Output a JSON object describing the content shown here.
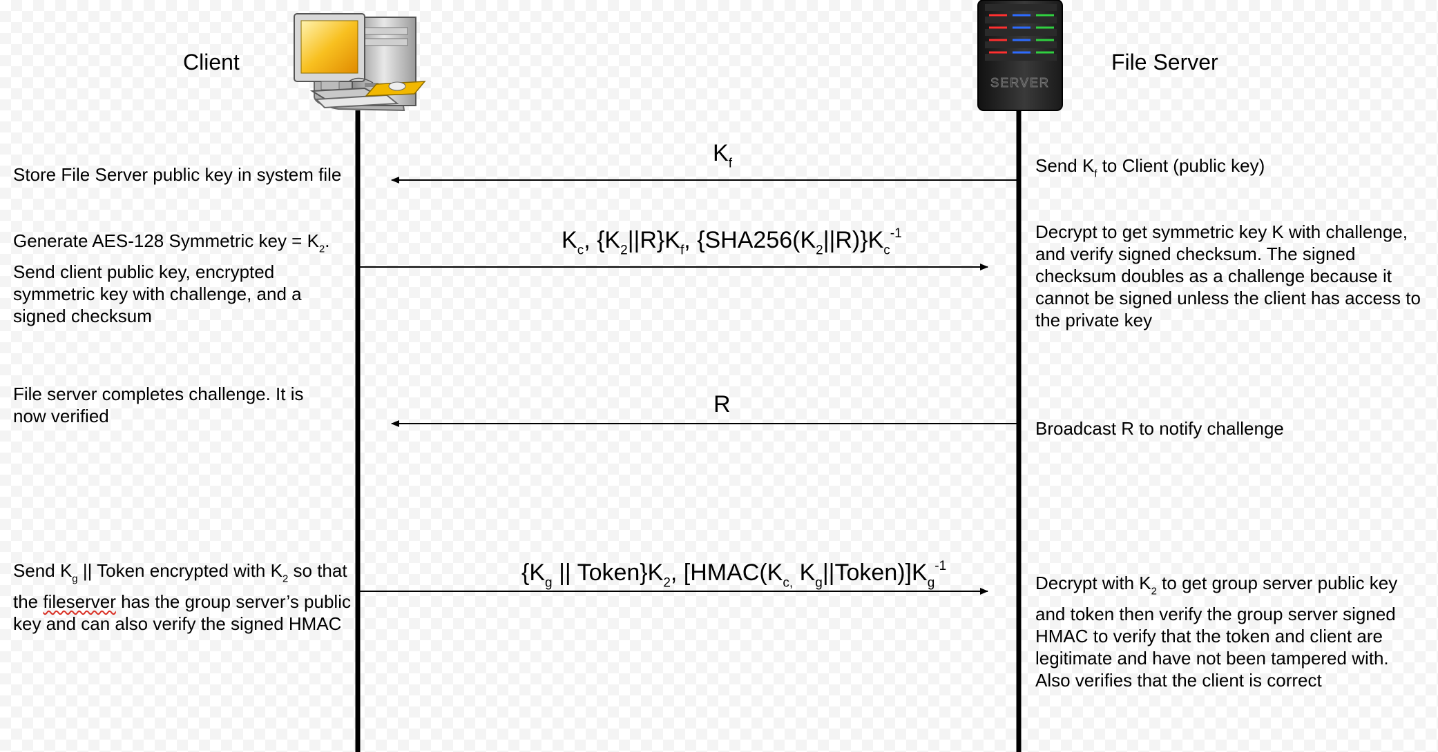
{
  "actors": {
    "client": "Client",
    "server": "File Server"
  },
  "server_label": "SERVER",
  "colors": {
    "line": "#000000",
    "screen": "#f8c020",
    "led_red": "#ff3030",
    "led_blue": "#2d6bff",
    "led_green": "#30d040"
  },
  "messages": {
    "m1": {
      "k": "K",
      "f": "f"
    },
    "m2": {
      "a1": "K",
      "a1s": "c",
      "a2": ", {K",
      "a2s": "2",
      "a3": "||R}K",
      "a3s": "f",
      "a4": ", {SHA256(K",
      "a4s": "2",
      "a5": "||R)}K",
      "a5s": "c",
      "a5p": "-1"
    },
    "m3": {
      "text": "R"
    },
    "m4": {
      "a1": "{K",
      "a1s": "g",
      "a2": " || Token}K",
      "a2s": "2",
      "a3": ", [HMAC(K",
      "a3s": "c,",
      "a4": " K",
      "a4s": "g",
      "a5": "||Token)]K",
      "a5s": "g",
      "a5p": "-1"
    }
  },
  "notes": {
    "client1": {
      "text": "Store File Server public key in system file"
    },
    "client2": {
      "t1": "Generate AES-128 Symmetric key = K",
      "s1": "2",
      "t2": ". Send client public key, encrypted symmetric key with challenge, and a signed checksum"
    },
    "client3": {
      "text": "File server completes challenge. It is now verified"
    },
    "client4": {
      "t1": "Send K",
      "s1": "g",
      "t2": " || Token encrypted with K",
      "s2": "2",
      "t3": " so that the ",
      "t4": "fileserver",
      "t5": " has the group server’s public key and can also verify the signed HMAC"
    },
    "server1": {
      "t1": "Send K",
      "s1": "f",
      "t2": " to Client (public key)"
    },
    "server2": {
      "text": "Decrypt to get symmetric key K with challenge, and verify signed checksum. The signed checksum doubles as a challenge because it cannot be signed unless the client has access to the private key"
    },
    "server3": {
      "text": "Broadcast R to notify challenge"
    },
    "server4": {
      "t1": "Decrypt with K",
      "s1": "2",
      "t2": " to get group server public key and token then verify the group server signed HMAC to verify that the token and client are legitimate and have not been tampered with. Also verifies that the client is correct"
    }
  }
}
